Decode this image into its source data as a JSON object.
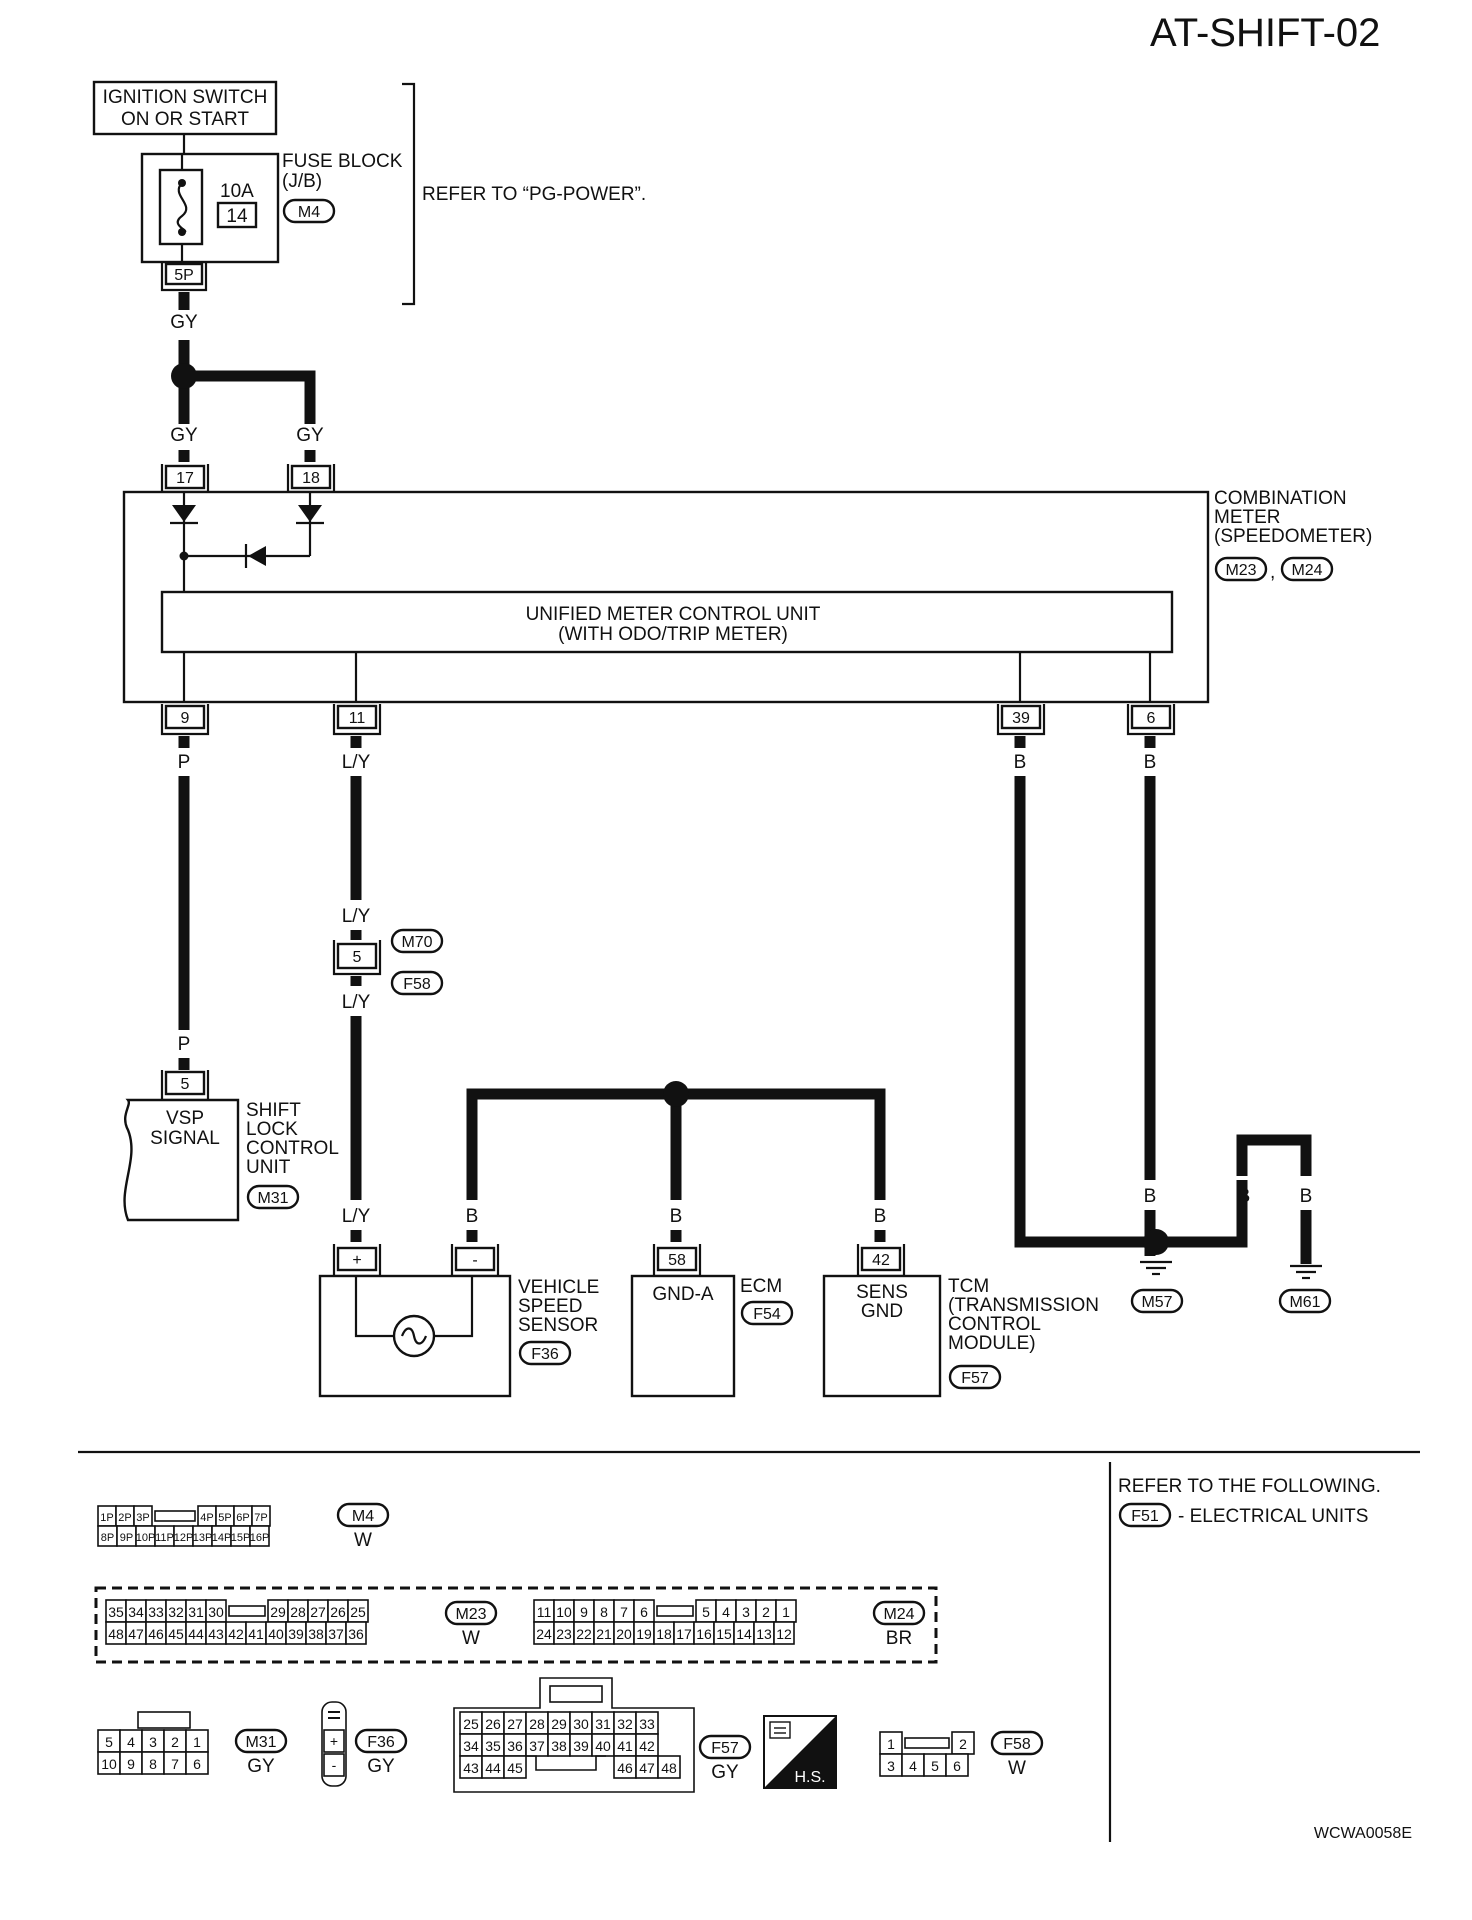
{
  "page_title": "AT-SHIFT-02",
  "footer_code": "WCWA0058E",
  "ignition": {
    "line1": "IGNITION SWITCH",
    "line2": "ON OR START"
  },
  "fuse": {
    "name": "FUSE BLOCK",
    "sub": "(J/B)",
    "amp": "10A",
    "number": "14",
    "connector": "M4",
    "terminal": "5P"
  },
  "refer_power": "REFER TO “PG-POWER”.",
  "wire_colors": {
    "gy": "GY",
    "p": "P",
    "ly": "L/Y",
    "b": "B"
  },
  "combination_meter": {
    "line1": "COMBINATION",
    "line2": "METER",
    "line3": "(SPEEDOMETER)",
    "conn1": "M23",
    "conn2": "M24",
    "sep": ",",
    "terminals_in": [
      "17",
      "18"
    ],
    "terminals_out": [
      "9",
      "11",
      "39",
      "6"
    ]
  },
  "unified_meter": {
    "line1": "UNIFIED METER CONTROL UNIT",
    "line2": "(WITH ODO/TRIP METER)"
  },
  "joint_connector": {
    "terminal": "5",
    "conn_top": "M70",
    "conn_bottom": "F58"
  },
  "shift_lock": {
    "terminal": "5",
    "signal1": "VSP",
    "signal2": "SIGNAL",
    "line1": "SHIFT",
    "line2": "LOCK",
    "line3": "CONTROL",
    "line4": "UNIT",
    "connector": "M31"
  },
  "vss": {
    "plus": "+",
    "minus": "-",
    "line1": "VEHICLE",
    "line2": "SPEED",
    "line3": "SENSOR",
    "connector": "F36"
  },
  "ecm": {
    "terminal": "58",
    "label": "GND-A",
    "name": "ECM",
    "connector": "F54"
  },
  "tcm": {
    "terminal": "42",
    "label1": "SENS",
    "label2": "GND",
    "line1": "TCM",
    "line2": "(TRANSMISSION",
    "line3": "CONTROL",
    "line4": "MODULE)",
    "connector": "F57"
  },
  "grounds": [
    "M57",
    "M61"
  ],
  "refer_following": {
    "line1": "REFER TO THE FOLLOWING.",
    "connector": "F51",
    "text": "- ELECTRICAL UNITS"
  },
  "connectors": {
    "m4": {
      "id": "M4",
      "color": "W",
      "top": [
        "1P",
        "2P",
        "3P",
        "",
        "4P",
        "5P",
        "6P",
        "7P"
      ],
      "bottom": [
        "8P",
        "9P",
        "10P",
        "11P",
        "12P",
        "13P",
        "14P",
        "15P",
        "16P"
      ]
    },
    "m23": {
      "id": "M23",
      "color": "W",
      "top": [
        "35",
        "34",
        "33",
        "32",
        "31",
        "30",
        "",
        "29",
        "28",
        "27",
        "26",
        "25"
      ],
      "bottom": [
        "48",
        "47",
        "46",
        "45",
        "44",
        "43",
        "42",
        "41",
        "40",
        "39",
        "38",
        "37",
        "36"
      ]
    },
    "m24": {
      "id": "M24",
      "color": "BR",
      "top": [
        "11",
        "10",
        "9",
        "8",
        "7",
        "6",
        "",
        "5",
        "4",
        "3",
        "2",
        "1"
      ],
      "bottom": [
        "24",
        "23",
        "22",
        "21",
        "20",
        "19",
        "18",
        "17",
        "16",
        "15",
        "14",
        "13",
        "12"
      ]
    },
    "m31": {
      "id": "M31",
      "color": "GY",
      "top": [
        "5",
        "4",
        "3",
        "2",
        "1"
      ],
      "bottom": [
        "10",
        "9",
        "8",
        "7",
        "6"
      ]
    },
    "f36": {
      "id": "F36",
      "color": "GY",
      "pins": [
        "+",
        "-"
      ]
    },
    "f57": {
      "id": "F57",
      "color": "GY",
      "row1": [
        "25",
        "26",
        "27",
        "28",
        "29",
        "30",
        "31",
        "32",
        "33"
      ],
      "row2": [
        "34",
        "35",
        "36",
        "37",
        "38",
        "39",
        "40",
        "41",
        "42"
      ],
      "row3a": [
        "43",
        "44",
        "45"
      ],
      "row3b": [
        "46",
        "47",
        "48"
      ],
      "hs": "H.S."
    },
    "f58": {
      "id": "F58",
      "color": "W",
      "top": [
        "1",
        "",
        "2"
      ],
      "bottom": [
        "3",
        "4",
        "5",
        "6"
      ]
    }
  }
}
